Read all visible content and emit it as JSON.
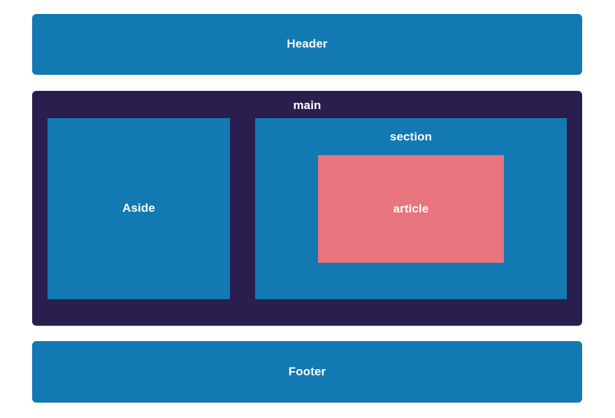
{
  "page": {
    "title": "HTML5 semantic layout diagram",
    "background_color": "#ffffff"
  },
  "palette": {
    "blue": "#1279b3",
    "dark_purple": "#291e4d",
    "salmon": "#e8747e",
    "label_text": "#ffffff"
  },
  "regions": {
    "header": {
      "label": "Header",
      "color": "#1279b3"
    },
    "main": {
      "label": "main",
      "color": "#291e4d",
      "aside": {
        "label": "Aside",
        "color": "#1279b3"
      },
      "section": {
        "label": "section",
        "color": "#1279b3",
        "article": {
          "label": "article",
          "color": "#e8747e"
        }
      }
    },
    "footer": {
      "label": "Footer",
      "color": "#1279b3"
    }
  }
}
